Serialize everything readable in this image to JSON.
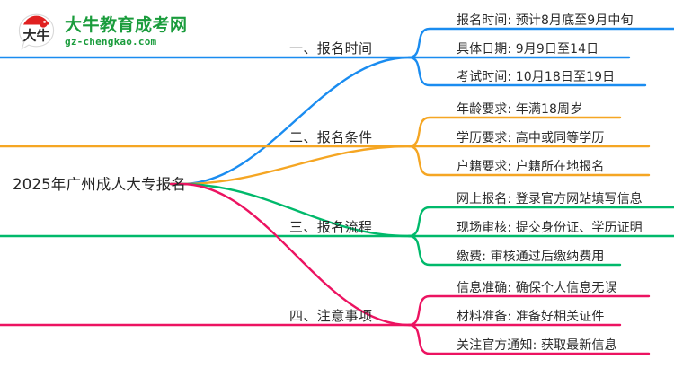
{
  "logo": {
    "mark_text": "大牛",
    "title": "大牛教育成考网",
    "url": "gz-chengkao.com",
    "brand_green": "#1a9c3c",
    "brand_red": "#e02020"
  },
  "mindmap": {
    "root": {
      "label": "2025年广州成人大专报名"
    },
    "branches": [
      {
        "label": "一、报名时间",
        "color": "#1a8cf0",
        "leaves": [
          "报名时间: 预计8月底至9月中旬",
          "具体日期: 9月9日至14日",
          "考试时间: 10月18日至19日"
        ]
      },
      {
        "label": "二、报名条件",
        "color": "#f5a623",
        "leaves": [
          "年龄要求: 年满18周岁",
          "学历要求: 高中或同等学历",
          "户籍要求: 户籍所在地报名"
        ]
      },
      {
        "label": "三、报名流程",
        "color": "#00b96b",
        "leaves": [
          "网上报名: 登录官方网站填写信息",
          "现场审核: 提交身份证、学历证明",
          "缴费: 审核通过后缴纳费用"
        ]
      },
      {
        "label": "四、注意事项",
        "color": "#ec1361",
        "leaves": [
          "信息准确: 确保个人信息无误",
          "材料准备: 准备好相关证件",
          "关注官方通知: 获取最新信息"
        ]
      }
    ]
  }
}
